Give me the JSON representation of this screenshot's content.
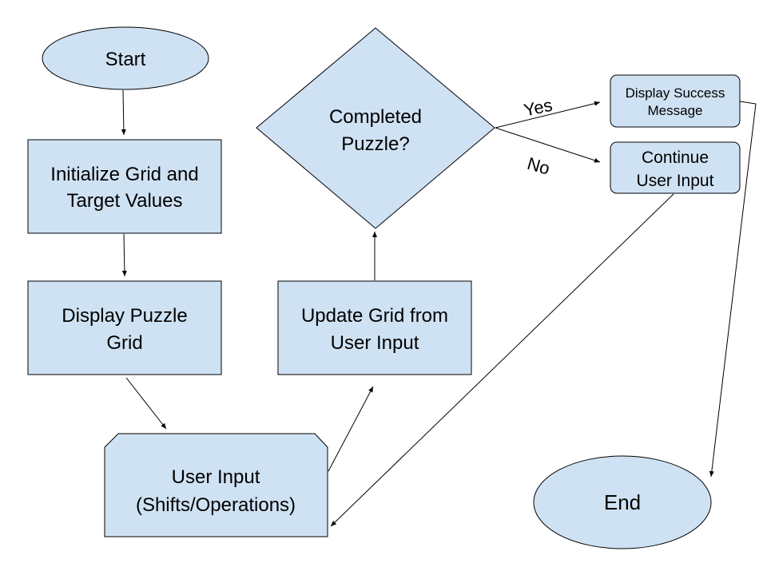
{
  "nodes": {
    "start": {
      "line1": "Start"
    },
    "init": {
      "line1": "Initialize Grid and",
      "line2": "Target Values"
    },
    "display": {
      "line1": "Display Puzzle",
      "line2": "Grid"
    },
    "input": {
      "line1": "User Input",
      "line2": "(Shifts/Operations)"
    },
    "update": {
      "line1": "Update Grid from",
      "line2": "User Input"
    },
    "decision": {
      "line1": "Completed",
      "line2": "Puzzle?"
    },
    "success": {
      "line1": "Display Success",
      "line2": "Message"
    },
    "continue": {
      "line1": "Continue",
      "line2": "User Input"
    },
    "end": {
      "line1": "End"
    }
  },
  "edges": {
    "yes_label": "Yes",
    "no_label": "No"
  }
}
